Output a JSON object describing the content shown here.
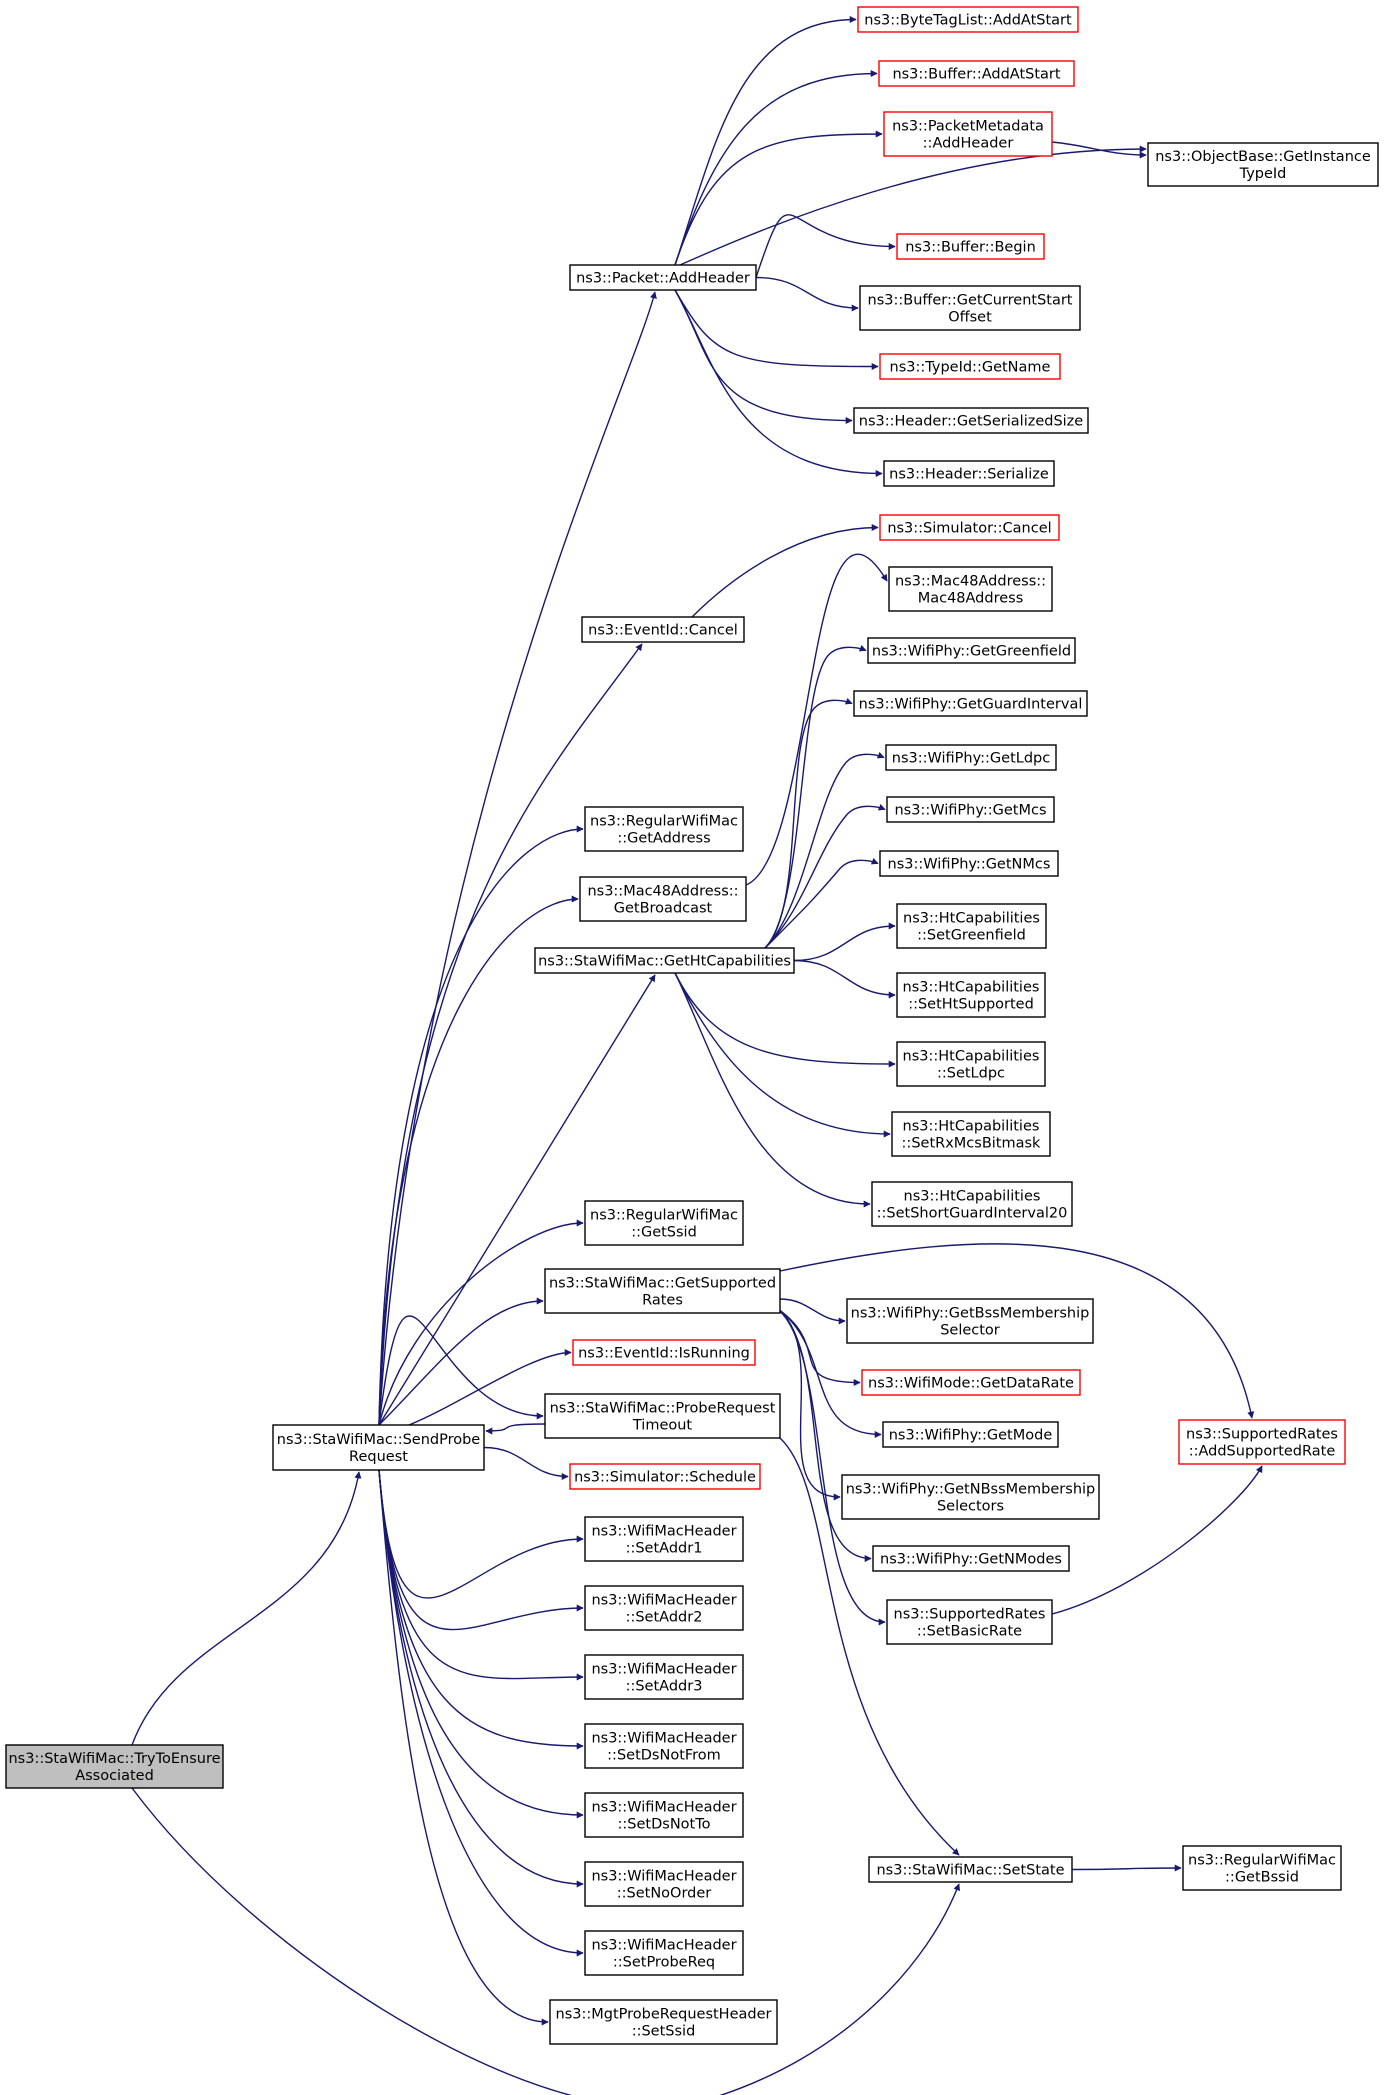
{
  "colors": {
    "edge": "#191970",
    "root_fill": "#bfbfbf",
    "node_fill": "#ffffff",
    "border_default": "#000000",
    "border_undocumented": "#ff0000"
  },
  "nodes": [
    {
      "id": "root",
      "lines": [
        "ns3::StaWifiMac::TryToEnsure",
        "Associated"
      ],
      "root": true
    },
    {
      "id": "sendprobe",
      "lines": [
        "ns3::StaWifiMac::SendProbe",
        "Request"
      ]
    },
    {
      "id": "addheader",
      "lines": [
        "ns3::Packet::AddHeader"
      ]
    },
    {
      "id": "bytetag",
      "lines": [
        "ns3::ByteTagList::AddAtStart"
      ],
      "red": true
    },
    {
      "id": "bufaddstart",
      "lines": [
        "ns3::Buffer::AddAtStart"
      ],
      "red": true
    },
    {
      "id": "pktmeta",
      "lines": [
        "ns3::PacketMetadata",
        "::AddHeader"
      ],
      "red": true
    },
    {
      "id": "objbase",
      "lines": [
        "ns3::ObjectBase::GetInstance",
        "TypeId"
      ]
    },
    {
      "id": "bufbegin",
      "lines": [
        "ns3::Buffer::Begin"
      ],
      "red": true
    },
    {
      "id": "bufcur",
      "lines": [
        "ns3::Buffer::GetCurrentStart",
        "Offset"
      ]
    },
    {
      "id": "typeidname",
      "lines": [
        "ns3::TypeId::GetName"
      ],
      "red": true
    },
    {
      "id": "hdrsize",
      "lines": [
        "ns3::Header::GetSerializedSize"
      ]
    },
    {
      "id": "hdrser",
      "lines": [
        "ns3::Header::Serialize"
      ]
    },
    {
      "id": "simcancel",
      "lines": [
        "ns3::Simulator::Cancel"
      ],
      "red": true
    },
    {
      "id": "evcancel",
      "lines": [
        "ns3::EventId::Cancel"
      ]
    },
    {
      "id": "mac48ctor",
      "lines": [
        "ns3::Mac48Address::",
        "Mac48Address"
      ]
    },
    {
      "id": "getgreen",
      "lines": [
        "ns3::WifiPhy::GetGreenfield"
      ]
    },
    {
      "id": "getguard",
      "lines": [
        "ns3::WifiPhy::GetGuardInterval"
      ]
    },
    {
      "id": "getldpc",
      "lines": [
        "ns3::WifiPhy::GetLdpc"
      ]
    },
    {
      "id": "getmcs",
      "lines": [
        "ns3::WifiPhy::GetMcs"
      ]
    },
    {
      "id": "getnmcs",
      "lines": [
        "ns3::WifiPhy::GetNMcs"
      ]
    },
    {
      "id": "getaddr",
      "lines": [
        "ns3::RegularWifiMac",
        "::GetAddress"
      ]
    },
    {
      "id": "getbcast",
      "lines": [
        "ns3::Mac48Address::",
        "GetBroadcast"
      ]
    },
    {
      "id": "getht",
      "lines": [
        "ns3::StaWifiMac::GetHtCapabilities"
      ]
    },
    {
      "id": "setgreen",
      "lines": [
        "ns3::HtCapabilities",
        "::SetGreenfield"
      ]
    },
    {
      "id": "setht",
      "lines": [
        "ns3::HtCapabilities",
        "::SetHtSupported"
      ]
    },
    {
      "id": "setldpc",
      "lines": [
        "ns3::HtCapabilities",
        "::SetLdpc"
      ]
    },
    {
      "id": "setrx",
      "lines": [
        "ns3::HtCapabilities",
        "::SetRxMcsBitmask"
      ]
    },
    {
      "id": "setsgi",
      "lines": [
        "ns3::HtCapabilities",
        "::SetShortGuardInterval20"
      ]
    },
    {
      "id": "getssid",
      "lines": [
        "ns3::RegularWifiMac",
        "::GetSsid"
      ]
    },
    {
      "id": "getsup",
      "lines": [
        "ns3::StaWifiMac::GetSupported",
        "Rates"
      ]
    },
    {
      "id": "getbss",
      "lines": [
        "ns3::WifiPhy::GetBssMembership",
        "Selector"
      ]
    },
    {
      "id": "datarate",
      "lines": [
        "ns3::WifiMode::GetDataRate"
      ],
      "red": true
    },
    {
      "id": "getmode",
      "lines": [
        "ns3::WifiPhy::GetMode"
      ]
    },
    {
      "id": "getnbss",
      "lines": [
        "ns3::WifiPhy::GetNBssMembership",
        "Selectors"
      ]
    },
    {
      "id": "getnmodes",
      "lines": [
        "ns3::WifiPhy::GetNModes"
      ]
    },
    {
      "id": "setbasic",
      "lines": [
        "ns3::SupportedRates",
        "::SetBasicRate"
      ]
    },
    {
      "id": "addsup",
      "lines": [
        "ns3::SupportedRates",
        "::AddSupportedRate"
      ],
      "red": true
    },
    {
      "id": "isrunning",
      "lines": [
        "ns3::EventId::IsRunning"
      ],
      "red": true
    },
    {
      "id": "probetimeout",
      "lines": [
        "ns3::StaWifiMac::ProbeRequest",
        "Timeout"
      ]
    },
    {
      "id": "schedule",
      "lines": [
        "ns3::Simulator::Schedule"
      ],
      "red": true
    },
    {
      "id": "setaddr1",
      "lines": [
        "ns3::WifiMacHeader",
        "::SetAddr1"
      ]
    },
    {
      "id": "setaddr2",
      "lines": [
        "ns3::WifiMacHeader",
        "::SetAddr2"
      ]
    },
    {
      "id": "setaddr3",
      "lines": [
        "ns3::WifiMacHeader",
        "::SetAddr3"
      ]
    },
    {
      "id": "setdsfrom",
      "lines": [
        "ns3::WifiMacHeader",
        "::SetDsNotFrom"
      ]
    },
    {
      "id": "setdsto",
      "lines": [
        "ns3::WifiMacHeader",
        "::SetDsNotTo"
      ]
    },
    {
      "id": "setnoorder",
      "lines": [
        "ns3::WifiMacHeader",
        "::SetNoOrder"
      ]
    },
    {
      "id": "setprobereq",
      "lines": [
        "ns3::WifiMacHeader",
        "::SetProbeReq"
      ]
    },
    {
      "id": "setssid",
      "lines": [
        "ns3::MgtProbeRequestHeader",
        "::SetSsid"
      ]
    },
    {
      "id": "setstate",
      "lines": [
        "ns3::StaWifiMac::SetState"
      ]
    },
    {
      "id": "getbssid",
      "lines": [
        "ns3::RegularWifiMac",
        "::GetBssid"
      ]
    }
  ],
  "edges": [
    {
      "from": "root",
      "to": "sendprobe"
    },
    {
      "from": "root",
      "to": "setstate"
    },
    {
      "from": "sendprobe",
      "to": "addheader"
    },
    {
      "from": "sendprobe",
      "to": "evcancel"
    },
    {
      "from": "sendprobe",
      "to": "getaddr"
    },
    {
      "from": "sendprobe",
      "to": "getbcast"
    },
    {
      "from": "sendprobe",
      "to": "getht"
    },
    {
      "from": "sendprobe",
      "to": "getssid"
    },
    {
      "from": "sendprobe",
      "to": "getsup"
    },
    {
      "from": "sendprobe",
      "to": "isrunning"
    },
    {
      "from": "sendprobe",
      "to": "probetimeout"
    },
    {
      "from": "sendprobe",
      "to": "schedule"
    },
    {
      "from": "sendprobe",
      "to": "setaddr1"
    },
    {
      "from": "sendprobe",
      "to": "setaddr2"
    },
    {
      "from": "sendprobe",
      "to": "setaddr3"
    },
    {
      "from": "sendprobe",
      "to": "setdsfrom"
    },
    {
      "from": "sendprobe",
      "to": "setdsto"
    },
    {
      "from": "sendprobe",
      "to": "setnoorder"
    },
    {
      "from": "sendprobe",
      "to": "setprobereq"
    },
    {
      "from": "sendprobe",
      "to": "setssid"
    },
    {
      "from": "addheader",
      "to": "bytetag"
    },
    {
      "from": "addheader",
      "to": "bufaddstart"
    },
    {
      "from": "addheader",
      "to": "pktmeta"
    },
    {
      "from": "addheader",
      "to": "objbase"
    },
    {
      "from": "addheader",
      "to": "bufbegin"
    },
    {
      "from": "addheader",
      "to": "bufcur"
    },
    {
      "from": "addheader",
      "to": "typeidname"
    },
    {
      "from": "addheader",
      "to": "hdrsize"
    },
    {
      "from": "addheader",
      "to": "hdrser"
    },
    {
      "from": "pktmeta",
      "to": "objbase"
    },
    {
      "from": "evcancel",
      "to": "simcancel"
    },
    {
      "from": "getbcast",
      "to": "mac48ctor"
    },
    {
      "from": "getht",
      "to": "getgreen"
    },
    {
      "from": "getht",
      "to": "getguard"
    },
    {
      "from": "getht",
      "to": "getldpc"
    },
    {
      "from": "getht",
      "to": "getmcs"
    },
    {
      "from": "getht",
      "to": "getnmcs"
    },
    {
      "from": "getht",
      "to": "setgreen"
    },
    {
      "from": "getht",
      "to": "setht"
    },
    {
      "from": "getht",
      "to": "setldpc"
    },
    {
      "from": "getht",
      "to": "setrx"
    },
    {
      "from": "getht",
      "to": "setsgi"
    },
    {
      "from": "getsup",
      "to": "addsup"
    },
    {
      "from": "getsup",
      "to": "getbss"
    },
    {
      "from": "getsup",
      "to": "datarate"
    },
    {
      "from": "getsup",
      "to": "getmode"
    },
    {
      "from": "getsup",
      "to": "getnbss"
    },
    {
      "from": "getsup",
      "to": "getnmodes"
    },
    {
      "from": "getsup",
      "to": "setbasic"
    },
    {
      "from": "setbasic",
      "to": "addsup"
    },
    {
      "from": "probetimeout",
      "to": "sendprobe"
    },
    {
      "from": "probetimeout",
      "to": "setstate"
    },
    {
      "from": "setstate",
      "to": "getbssid"
    }
  ]
}
